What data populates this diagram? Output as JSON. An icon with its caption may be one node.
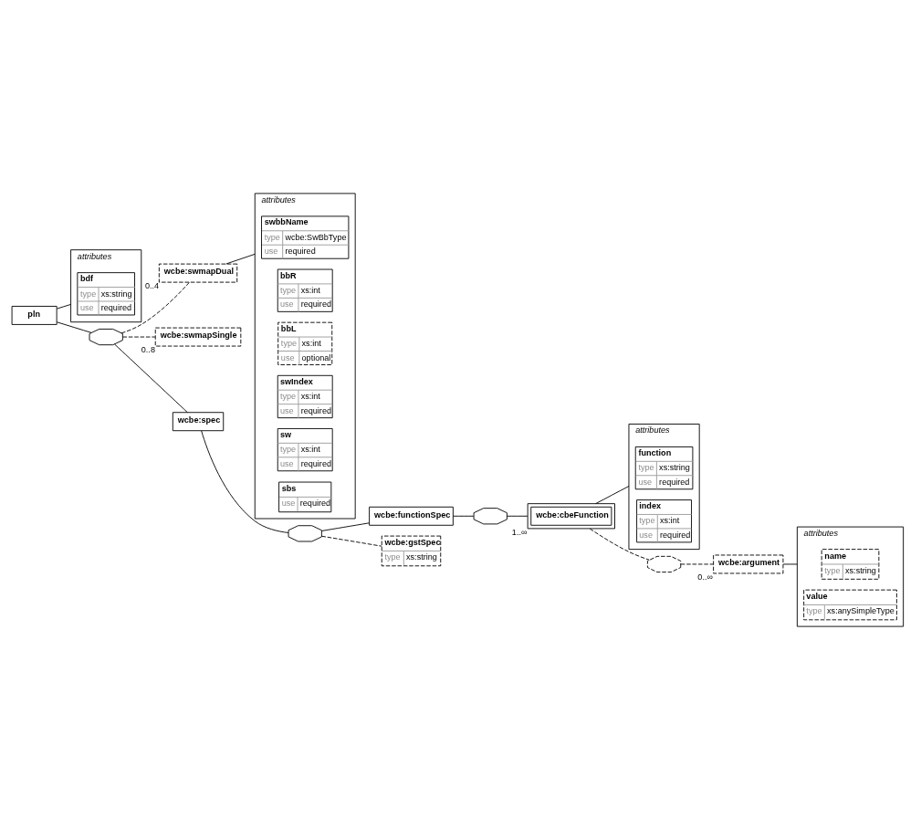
{
  "diagram": {
    "nodes": [
      {
        "text": [
          "pln"
        ]
      },
      {
        "text": [
          "attributes"
        ]
      },
      {
        "text": [
          "bdf",
          "type",
          "xs:string",
          "use",
          "required"
        ],
        "in": 1
      },
      {
        "text": [],
        "shape": "octagon"
      },
      {
        "text": [
          "wcbe:swmapDual"
        ],
        "beside": [
          "0..4"
        ]
      },
      {
        "text": [
          "attributes"
        ]
      },
      {
        "text": [
          "swbbName",
          "type",
          "wcbe:SwBbType",
          "use",
          "required"
        ],
        "in": 5
      },
      {
        "text": [
          "bbR",
          "type",
          "xs:int",
          "use",
          "required"
        ],
        "in": 5
      },
      {
        "text": [
          "bbL",
          "type",
          "xs:int",
          "use",
          "optional"
        ],
        "in": 5
      },
      {
        "text": [
          "swIndex",
          "type",
          "xs:int",
          "use",
          "required"
        ],
        "in": 5
      },
      {
        "text": [
          "sw",
          "type",
          "xs:int",
          "use",
          "required"
        ],
        "in": 5
      },
      {
        "text": [
          "sbs",
          "use",
          "required"
        ],
        "in": 5
      },
      {
        "text": [
          "wcbe:swmapSingle"
        ],
        "beside": [
          "0..8"
        ]
      },
      {
        "text": [
          "wcbe:spec"
        ]
      },
      {
        "text": [],
        "shape": "octagon"
      },
      {
        "text": [
          "wcbe:functionSpec"
        ]
      },
      {
        "text": [],
        "shape": "octagon"
      },
      {
        "text": [
          "wcbe:cbeFunction"
        ],
        "beside": [
          "1..∞"
        ]
      },
      {
        "text": [
          "attributes"
        ]
      },
      {
        "text": [
          "function",
          "type",
          "xs:string",
          "use",
          "required"
        ],
        "in": 18
      },
      {
        "text": [
          "index",
          "type",
          "xs:int",
          "use",
          "required"
        ],
        "in": 18
      },
      {
        "text": [],
        "shape": "octagon"
      },
      {
        "text": [
          "wcbe:argument"
        ],
        "beside": [
          "0..∞"
        ]
      },
      {
        "text": [
          "attributes"
        ]
      },
      {
        "text": [
          "name",
          "type",
          "xs:string"
        ],
        "in": 23
      },
      {
        "text": [
          "value",
          "type",
          "xs:anySimpleType"
        ],
        "in": 23
      },
      {
        "text": [
          "wcbe:gstSpec",
          "type",
          "xs:string"
        ]
      }
    ],
    "edges": [
      {
        "from": 0,
        "to": 1,
        "arrow": "none"
      },
      {
        "from": 0,
        "to": 3,
        "arrow": "none"
      },
      {
        "from": 3,
        "to": 4,
        "arrow": "none",
        "style": "dashed"
      },
      {
        "from": 4,
        "to": 5,
        "arrow": "none"
      },
      {
        "from": 3,
        "to": 12,
        "arrow": "none",
        "style": "dashed"
      },
      {
        "from": 3,
        "to": 13,
        "arrow": "none"
      },
      {
        "from": 13,
        "to": 14,
        "arrow": "none"
      },
      {
        "from": 14,
        "to": 15,
        "arrow": "none"
      },
      {
        "from": 14,
        "to": 26,
        "arrow": "none",
        "style": "dashed"
      },
      {
        "from": 15,
        "to": 16,
        "arrow": "none"
      },
      {
        "from": 16,
        "to": 17,
        "arrow": "none"
      },
      {
        "from": 17,
        "to": 18,
        "arrow": "none"
      },
      {
        "from": 17,
        "to": 21,
        "arrow": "none",
        "style": "dashed"
      },
      {
        "from": 21,
        "to": 22,
        "arrow": "none",
        "style": "dashed"
      },
      {
        "from": 22,
        "to": 23,
        "arrow": "none"
      }
    ]
  }
}
